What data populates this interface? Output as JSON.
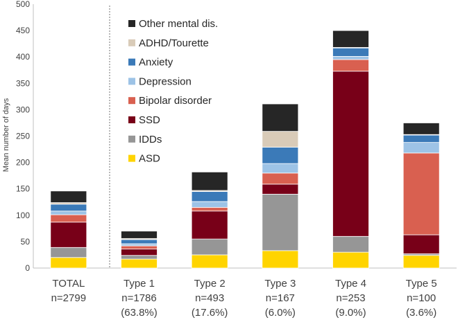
{
  "chart_data": {
    "type": "bar",
    "stacked": true,
    "ylabel": "Mean number of days",
    "ylim": [
      0,
      500
    ],
    "yticks": [
      0,
      50,
      100,
      150,
      200,
      250,
      300,
      350,
      400,
      450,
      500
    ],
    "grid": false,
    "legend_position": "top-left, inside plot, legend order top to bottom: Other mental dis. … ASD",
    "categories": [
      [
        "TOTAL",
        "n=2799"
      ],
      [
        "Type 1",
        "n=1786",
        "(63.8%)"
      ],
      [
        "Type 2",
        "n=493",
        "(17.6%)"
      ],
      [
        "Type 3",
        "n=167",
        "(6.0%)"
      ],
      [
        "Type 4",
        "n=253",
        "(9.0%)"
      ],
      [
        "Type 5",
        "n=100",
        "(3.6%)"
      ]
    ],
    "series": [
      {
        "name": "ASD",
        "color": "#ffd400",
        "values": [
          20,
          17,
          25,
          33,
          30,
          24
        ]
      },
      {
        "name": "IDDs",
        "color": "#969696",
        "values": [
          19,
          7,
          30,
          107,
          30,
          3
        ]
      },
      {
        "name": "SSD",
        "color": "#780018",
        "values": [
          48,
          12,
          53,
          19,
          313,
          36
        ]
      },
      {
        "name": "Bipolar disorder",
        "color": "#d96050",
        "values": [
          14,
          6,
          7,
          21,
          22,
          155
        ]
      },
      {
        "name": "Depression",
        "color": "#9dc3e6",
        "values": [
          7,
          4,
          11,
          18,
          6,
          20
        ]
      },
      {
        "name": "Anxiety",
        "color": "#3b7ab8",
        "values": [
          13,
          8,
          19,
          31,
          16,
          14
        ]
      },
      {
        "name": "ADHD/Tourette",
        "color": "#d9cbb8",
        "values": [
          3,
          2,
          2,
          30,
          1,
          1
        ]
      },
      {
        "name": "Other mental dis.",
        "color": "#262626",
        "values": [
          22,
          14,
          35,
          52,
          32,
          22
        ]
      }
    ]
  }
}
